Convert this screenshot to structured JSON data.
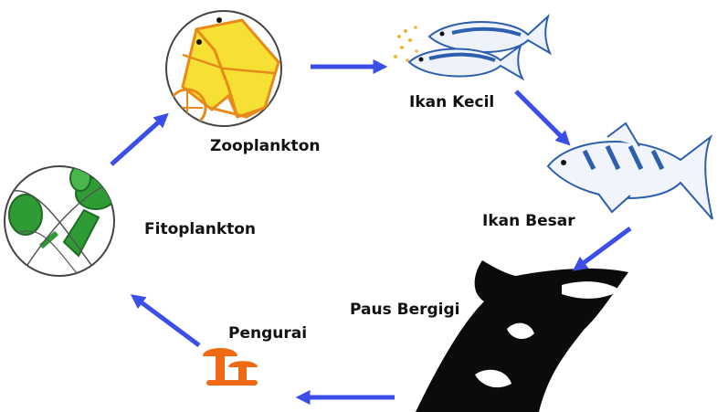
{
  "diagram": {
    "title": "",
    "nodes": [
      {
        "id": "zooplankton",
        "label": "Zooplankton",
        "icon": "zooplankton-icon"
      },
      {
        "id": "ikan_kecil",
        "label": "Ikan Kecil",
        "icon": "small-fish-icon"
      },
      {
        "id": "ikan_besar",
        "label": "Ikan Besar",
        "icon": "big-fish-icon"
      },
      {
        "id": "paus_bergigi",
        "label": "Paus Bergigi",
        "icon": "orca-icon"
      },
      {
        "id": "pengurai",
        "label": "Pengurai",
        "icon": "mushroom-icon"
      },
      {
        "id": "fitoplankton",
        "label": "Fitoplankton",
        "icon": "phytoplankton-icon"
      }
    ],
    "edges": [
      {
        "from": "zooplankton",
        "to": "ikan_kecil"
      },
      {
        "from": "ikan_kecil",
        "to": "ikan_besar"
      },
      {
        "from": "ikan_besar",
        "to": "paus_bergigi"
      },
      {
        "from": "paus_bergigi",
        "to": "pengurai"
      },
      {
        "from": "pengurai",
        "to": "fitoplankton"
      },
      {
        "from": "fitoplankton",
        "to": "zooplankton"
      }
    ],
    "colors": {
      "arrow": "#3b4fe8",
      "zooplankton_fill": "#f5e033",
      "zooplankton_stroke": "#e88a1a",
      "phytoplankton_fill": "#2f9b35",
      "fish_stripe": "#2d5fb0",
      "orca": "#0b0b0b",
      "mushroom": "#f06a14"
    }
  }
}
